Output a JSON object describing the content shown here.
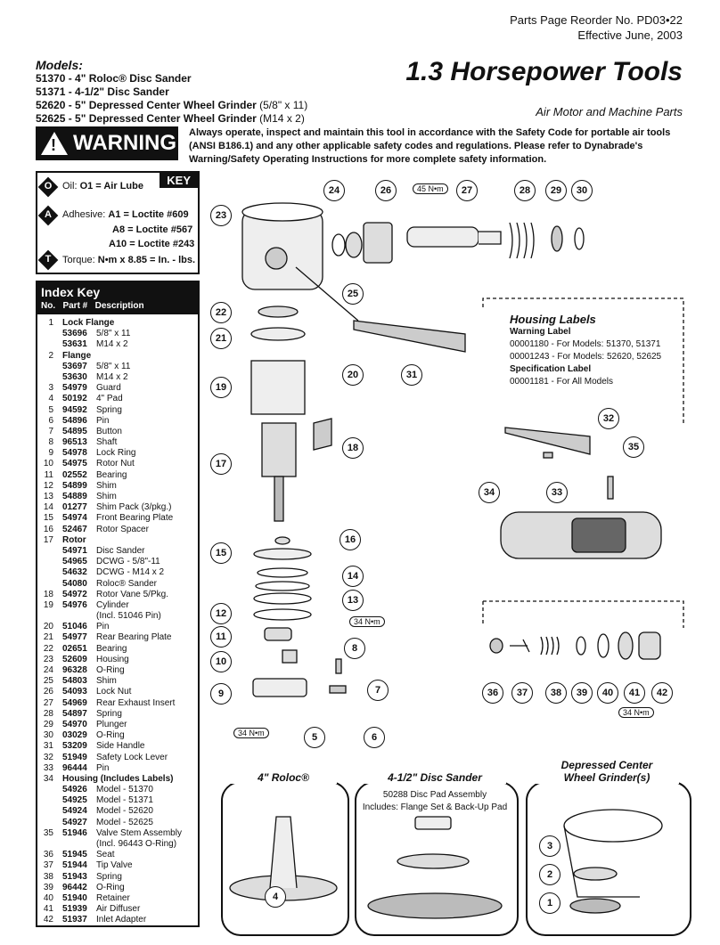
{
  "reorder": {
    "line1": "Parts Page Reorder No. PD03•22",
    "line2": "Effective June, 2003"
  },
  "models": {
    "header": "Models:",
    "items": [
      {
        "main": "51370 - 4\" Roloc® Disc Sander",
        "sub": ""
      },
      {
        "main": "51371 - 4-1/2\" Disc Sander",
        "sub": ""
      },
      {
        "main": "52620 - 5\" Depressed Center Wheel Grinder",
        "sub": "(5/8\" x 11)"
      },
      {
        "main": "52625 - 5\" Depressed Center Wheel Grinder",
        "sub": "(M14 x 2)"
      }
    ]
  },
  "title": "1.3 Horsepower Tools",
  "subtitle": "Air Motor and Machine Parts",
  "warning": {
    "label": "WARNING",
    "text": "Always operate, inspect and maintain this tool in accordance with the Safety Code for portable air tools (ANSI B186.1) and any other applicable safety codes and regulations. Please refer to Dynabrade's Warning/Safety Operating Instructions for more complete safety information."
  },
  "key": {
    "tag": "KEY",
    "oil": {
      "symbol": "O",
      "text": "Oil:",
      "value": "O1 = Air Lube"
    },
    "adhesive": {
      "symbol": "A",
      "text": "Adhesive:",
      "lines": [
        "A1 = Loctite #609",
        "A8 = Loctite #567",
        "A10 = Loctite #243"
      ]
    },
    "torque": {
      "symbol": "T",
      "text": "Torque:",
      "value": "N•m x 8.85 = In. - lbs."
    }
  },
  "index": {
    "title": "Index Key",
    "columns": [
      "No.",
      "Part #",
      "Description"
    ],
    "rows": [
      {
        "no": "1",
        "pn": "",
        "ds": "Lock Flange",
        "hd": true
      },
      {
        "no": "",
        "pn": "53696",
        "ds": "5/8\" x 11"
      },
      {
        "no": "",
        "pn": "53631",
        "ds": "M14 x 2"
      },
      {
        "no": "2",
        "pn": "",
        "ds": "Flange",
        "hd": true
      },
      {
        "no": "",
        "pn": "53697",
        "ds": "5/8\" x 11"
      },
      {
        "no": "",
        "pn": "53630",
        "ds": "M14 x 2"
      },
      {
        "no": "3",
        "pn": "54979",
        "ds": "Guard"
      },
      {
        "no": "4",
        "pn": "50192",
        "ds": "4\" Pad"
      },
      {
        "no": "5",
        "pn": "94592",
        "ds": "Spring"
      },
      {
        "no": "6",
        "pn": "54896",
        "ds": "Pin"
      },
      {
        "no": "7",
        "pn": "54895",
        "ds": "Button"
      },
      {
        "no": "8",
        "pn": "96513",
        "ds": "Shaft"
      },
      {
        "no": "9",
        "pn": "54978",
        "ds": "Lock Ring"
      },
      {
        "no": "10",
        "pn": "54975",
        "ds": "Rotor Nut"
      },
      {
        "no": "11",
        "pn": "02552",
        "ds": "Bearing"
      },
      {
        "no": "12",
        "pn": "54899",
        "ds": "Shim"
      },
      {
        "no": "13",
        "pn": "54889",
        "ds": "Shim"
      },
      {
        "no": "14",
        "pn": "01277",
        "ds": "Shim Pack (3/pkg.)"
      },
      {
        "no": "15",
        "pn": "54974",
        "ds": "Front Bearing Plate"
      },
      {
        "no": "16",
        "pn": "52467",
        "ds": "Rotor Spacer"
      },
      {
        "no": "17",
        "pn": "",
        "ds": "Rotor",
        "hd": true
      },
      {
        "no": "",
        "pn": "54971",
        "ds": "Disc Sander"
      },
      {
        "no": "",
        "pn": "54965",
        "ds": "DCWG - 5/8\"-11"
      },
      {
        "no": "",
        "pn": "54632",
        "ds": "DCWG - M14 x 2"
      },
      {
        "no": "",
        "pn": "54080",
        "ds": "Roloc® Sander"
      },
      {
        "no": "18",
        "pn": "54972",
        "ds": "Rotor Vane 5/Pkg."
      },
      {
        "no": "19",
        "pn": "54976",
        "ds": "Cylinder"
      },
      {
        "no": "",
        "pn": "",
        "ds": "(Incl. 51046 Pin)"
      },
      {
        "no": "20",
        "pn": "51046",
        "ds": "Pin"
      },
      {
        "no": "21",
        "pn": "54977",
        "ds": "Rear Bearing Plate"
      },
      {
        "no": "22",
        "pn": "02651",
        "ds": "Bearing"
      },
      {
        "no": "23",
        "pn": "52609",
        "ds": "Housing"
      },
      {
        "no": "24",
        "pn": "96328",
        "ds": "O-Ring"
      },
      {
        "no": "25",
        "pn": "54803",
        "ds": "Shim"
      },
      {
        "no": "26",
        "pn": "54093",
        "ds": "Lock Nut"
      },
      {
        "no": "27",
        "pn": "54969",
        "ds": "Rear Exhaust Insert"
      },
      {
        "no": "28",
        "pn": "54897",
        "ds": "Spring"
      },
      {
        "no": "29",
        "pn": "54970",
        "ds": "Plunger"
      },
      {
        "no": "30",
        "pn": "03029",
        "ds": "O-Ring"
      },
      {
        "no": "31",
        "pn": "53209",
        "ds": "Side Handle"
      },
      {
        "no": "32",
        "pn": "51949",
        "ds": "Safety Lock Lever"
      },
      {
        "no": "33",
        "pn": "96444",
        "ds": "Pin"
      },
      {
        "no": "34",
        "pn": "",
        "ds": "Housing (Includes Labels)",
        "hd": true
      },
      {
        "no": "",
        "pn": "54926",
        "ds": "Model - 51370"
      },
      {
        "no": "",
        "pn": "54925",
        "ds": "Model - 51371"
      },
      {
        "no": "",
        "pn": "54924",
        "ds": "Model - 52620"
      },
      {
        "no": "",
        "pn": "54927",
        "ds": "Model - 52625"
      },
      {
        "no": "35",
        "pn": "51946",
        "ds": "Valve Stem Assembly"
      },
      {
        "no": "",
        "pn": "",
        "ds": "(Incl. 96443 O-Ring)"
      },
      {
        "no": "36",
        "pn": "51945",
        "ds": "Seat"
      },
      {
        "no": "37",
        "pn": "51944",
        "ds": "Tip Valve"
      },
      {
        "no": "38",
        "pn": "51943",
        "ds": "Spring"
      },
      {
        "no": "39",
        "pn": "96442",
        "ds": "O-Ring"
      },
      {
        "no": "40",
        "pn": "51940",
        "ds": "Retainer"
      },
      {
        "no": "41",
        "pn": "51939",
        "ds": "Air Diffuser"
      },
      {
        "no": "42",
        "pn": "51937",
        "ds": "Inlet Adapter"
      }
    ]
  },
  "housing_labels": {
    "title": "Housing Labels",
    "warning_label": "Warning Label",
    "w1": "00001180 - For Models: 51370, 51371",
    "w2": "00001243 - For Models: 52620, 52625",
    "spec_label": "Specification Label",
    "s1": "00001181 - For All Models"
  },
  "torques": {
    "t26": "45 N•m",
    "t11": "34 N•m",
    "t42": "34 N•m",
    "t9": "34 N•m"
  },
  "sections": {
    "roloc": "4\" Roloc®",
    "disc": "4-1/2\" Disc Sander",
    "disc_note1": "50288 Disc Pad Assembly",
    "disc_note2": "Includes: Flange Set & Back-Up Pad",
    "dcwg1": "Depressed Center",
    "dcwg2": "Wheel Grinder(s)"
  },
  "callouts": [
    "1",
    "2",
    "3",
    "4",
    "5",
    "6",
    "7",
    "8",
    "9",
    "10",
    "11",
    "12",
    "13",
    "14",
    "15",
    "16",
    "17",
    "18",
    "19",
    "20",
    "21",
    "22",
    "23",
    "24",
    "25",
    "26",
    "27",
    "28",
    "29",
    "30",
    "31",
    "32",
    "33",
    "34",
    "35",
    "36",
    "37",
    "38",
    "39",
    "40",
    "41",
    "42"
  ]
}
